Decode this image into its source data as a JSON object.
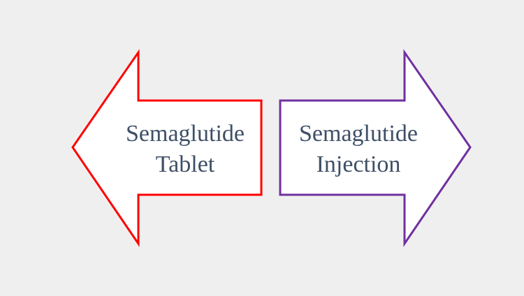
{
  "diagram": {
    "left_arrow": {
      "line1": "Semaglutide",
      "line2": "Tablet",
      "stroke_color": "#ff0000",
      "direction": "left"
    },
    "right_arrow": {
      "line1": "Semaglutide",
      "line2": "Injection",
      "stroke_color": "#7030a0",
      "direction": "right"
    },
    "text_color": "#3e4f66",
    "background_color": "#f0efef"
  }
}
